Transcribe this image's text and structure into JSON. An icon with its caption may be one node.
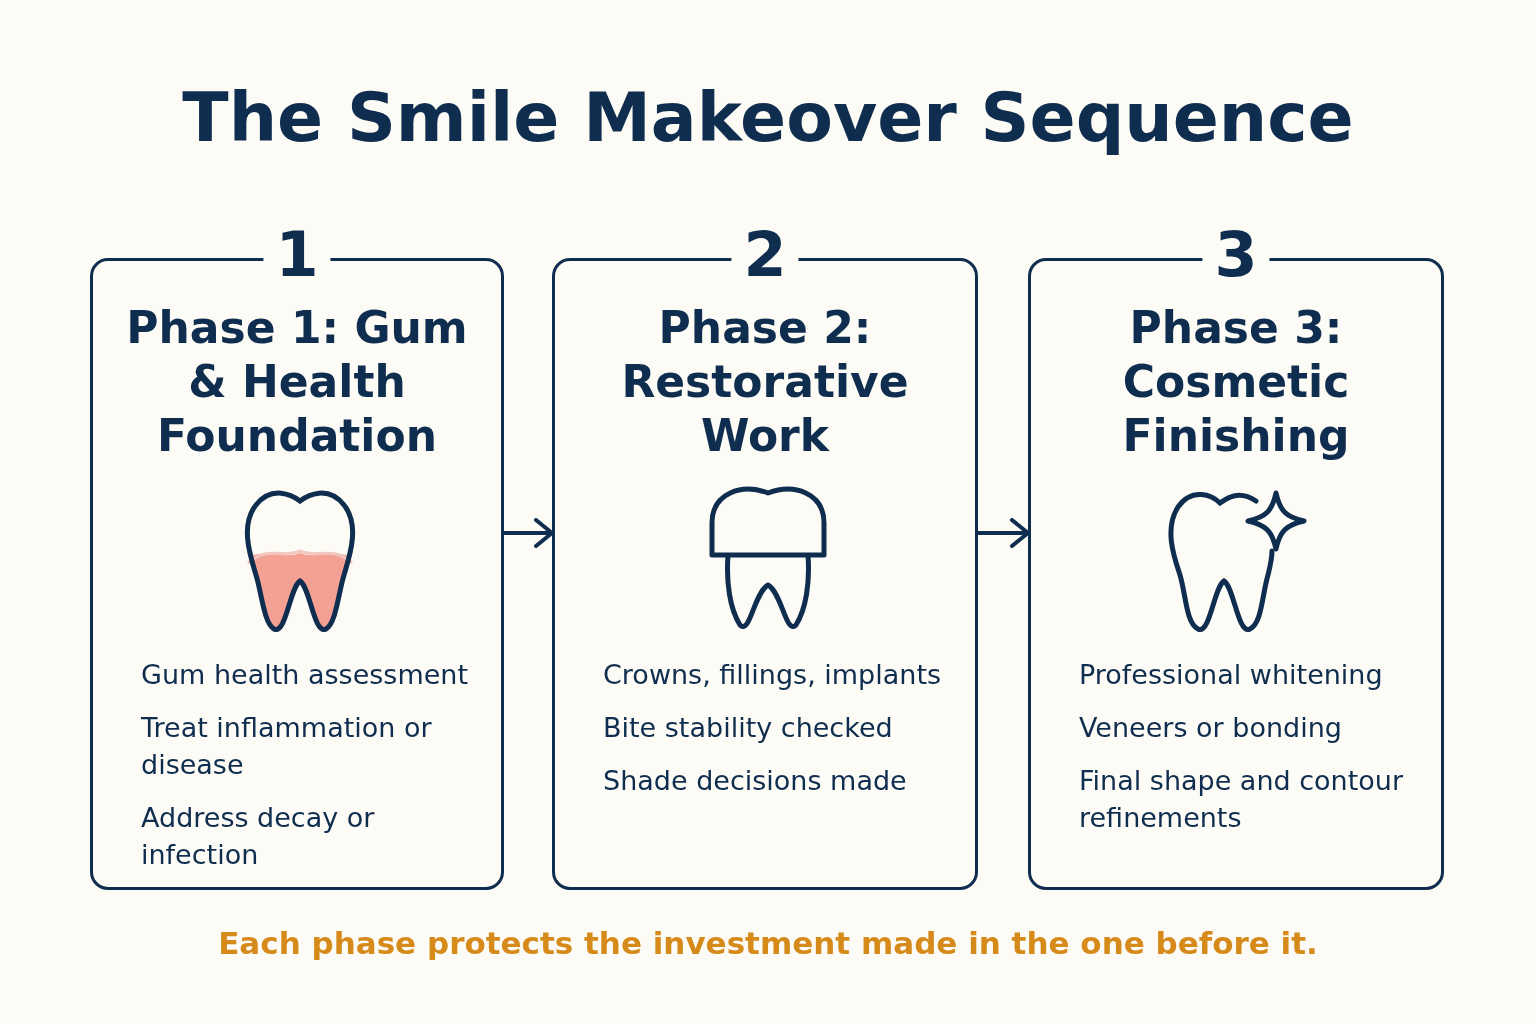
{
  "diagram": {
    "title": "The Smile Makeover Sequence",
    "caption": "Each phase protects the investment made in the one before it.",
    "nodes": [
      {
        "text": [
          "1",
          "Phase 1: Gum & Health Foundation",
          "Gum health assessment",
          "Treat inflammation or disease",
          "Address decay or infection"
        ]
      },
      {
        "text": [
          "2",
          "Phase 2: Restorative Work",
          "Crowns, fillings, implants",
          "Bite stability checked",
          "Shade decisions made"
        ]
      },
      {
        "text": [
          "3",
          "Phase 3: Cosmetic Finishing",
          "Professional whitening",
          "Veneers or bonding",
          "Final shape and contour refinements"
        ]
      }
    ],
    "edges": [
      {
        "from": 0,
        "to": 1,
        "arrow": "to"
      },
      {
        "from": 1,
        "to": 2,
        "arrow": "to"
      }
    ]
  }
}
